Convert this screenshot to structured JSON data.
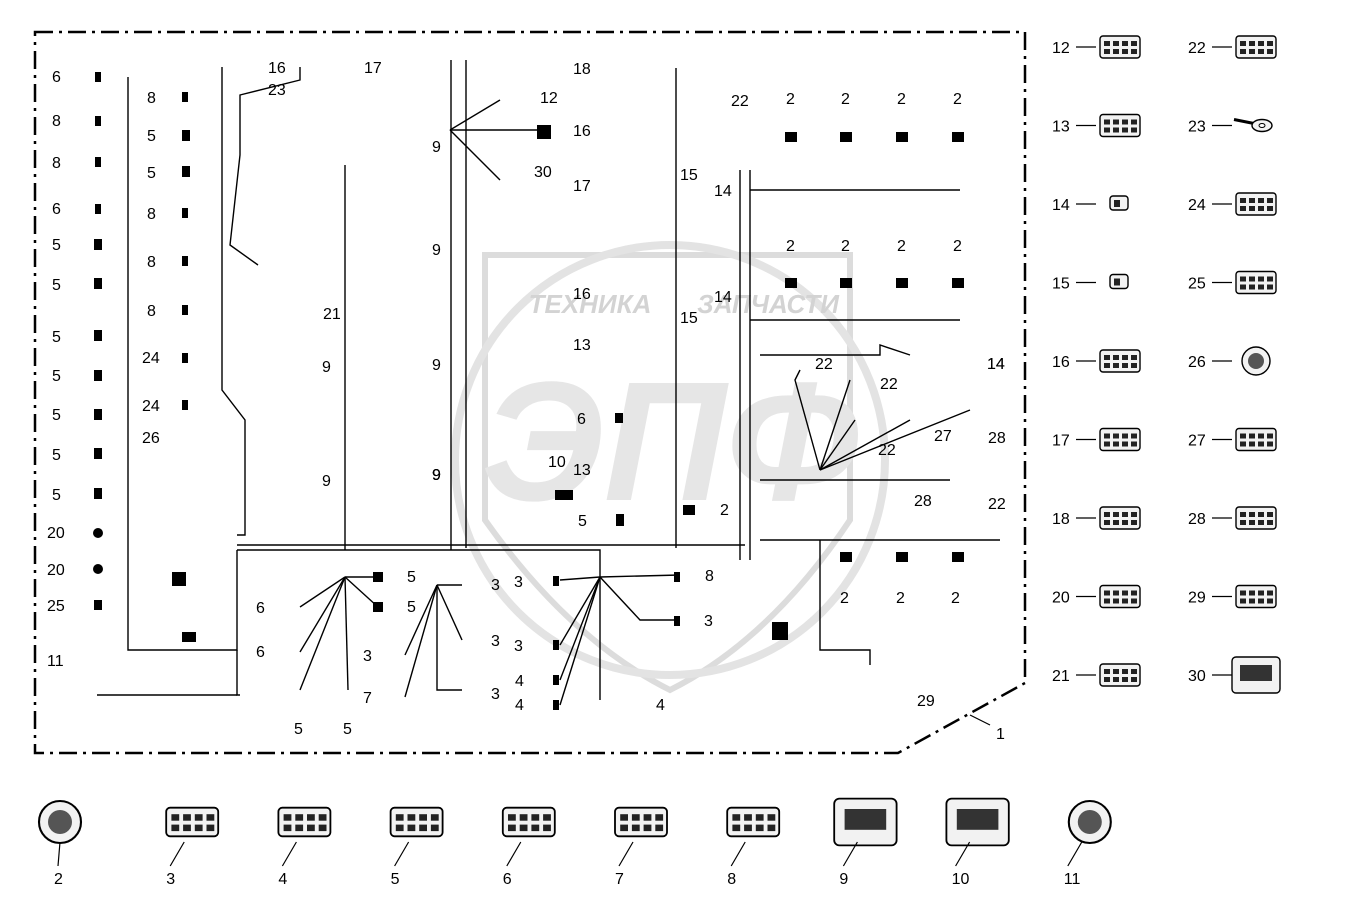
{
  "watermark": {
    "letters": "ЭПФ",
    "left_text": "ТЕХНИКА",
    "right_text": "ЗАПЧАСТИ",
    "color": "#d9d9d9"
  },
  "colors": {
    "line": "#000000",
    "background": "#ffffff",
    "dash": "#000000"
  },
  "harness_label": "1",
  "connector_legend": [
    {
      "num": "12",
      "icon": "connector-6pin-icon"
    },
    {
      "num": "13",
      "icon": "connector-8pin-icon"
    },
    {
      "num": "14",
      "icon": "bullet-connector-icon"
    },
    {
      "num": "15",
      "icon": "single-pin-connector-icon"
    },
    {
      "num": "16",
      "icon": "connector-10pin-icon"
    },
    {
      "num": "17",
      "icon": "connector-8pin-icon"
    },
    {
      "num": "18",
      "icon": "connector-4pin-icon"
    },
    {
      "num": "20",
      "icon": "connector-4pin-icon"
    },
    {
      "num": "21",
      "icon": "sealed-connector-icon"
    },
    {
      "num": "22",
      "icon": "connector-2pin-icon"
    },
    {
      "num": "23",
      "icon": "ring-terminal-icon"
    },
    {
      "num": "24",
      "icon": "connector-16pin-icon"
    },
    {
      "num": "25",
      "icon": "connector-flat-icon"
    },
    {
      "num": "26",
      "icon": "round-socket-icon"
    },
    {
      "num": "27",
      "icon": "connector-2pin-sealed-icon"
    },
    {
      "num": "28",
      "icon": "angled-connector-icon"
    },
    {
      "num": "29",
      "icon": "connector-3pin-icon"
    },
    {
      "num": "30",
      "icon": "large-block-connector-icon"
    }
  ],
  "bottom_legend": [
    {
      "num": "2",
      "icon": "round-circular-connector-icon"
    },
    {
      "num": "3",
      "icon": "connector-20pin-icon"
    },
    {
      "num": "4",
      "icon": "connector-small-flat-icon"
    },
    {
      "num": "5",
      "icon": "connector-latch-icon"
    },
    {
      "num": "6",
      "icon": "connector-12pin-icon"
    },
    {
      "num": "7",
      "icon": "connector-18pin-icon"
    },
    {
      "num": "8",
      "icon": "connector-10pin-icon"
    },
    {
      "num": "9",
      "icon": "ecu-connector-icon"
    },
    {
      "num": "10",
      "icon": "ecu-connector-large-icon"
    },
    {
      "num": "11",
      "icon": "round-plug-icon"
    }
  ],
  "diagram_labels": [
    "6",
    "8",
    "8",
    "6",
    "5",
    "5",
    "5",
    "5",
    "5",
    "5",
    "5",
    "20",
    "20",
    "25",
    "11",
    "8",
    "5",
    "5",
    "8",
    "8",
    "8",
    "24",
    "24",
    "26",
    "16",
    "23",
    "17",
    "21",
    "9",
    "9",
    "9",
    "9",
    "9",
    "9",
    "9",
    "9",
    "12",
    "30",
    "18",
    "16",
    "17",
    "15",
    "14",
    "14",
    "22",
    "14",
    "15",
    "16",
    "13",
    "6",
    "13",
    "10",
    "5",
    "2",
    "2",
    "2",
    "2",
    "2",
    "2",
    "2",
    "2",
    "2",
    "22",
    "22",
    "22",
    "27",
    "28",
    "28",
    "22",
    "14",
    "2",
    "2",
    "2",
    "29",
    "5",
    "5",
    "6",
    "6",
    "5",
    "5",
    "3",
    "7",
    "3",
    "3",
    "3",
    "3",
    "8",
    "3",
    "4",
    "3",
    "4",
    "4"
  ]
}
